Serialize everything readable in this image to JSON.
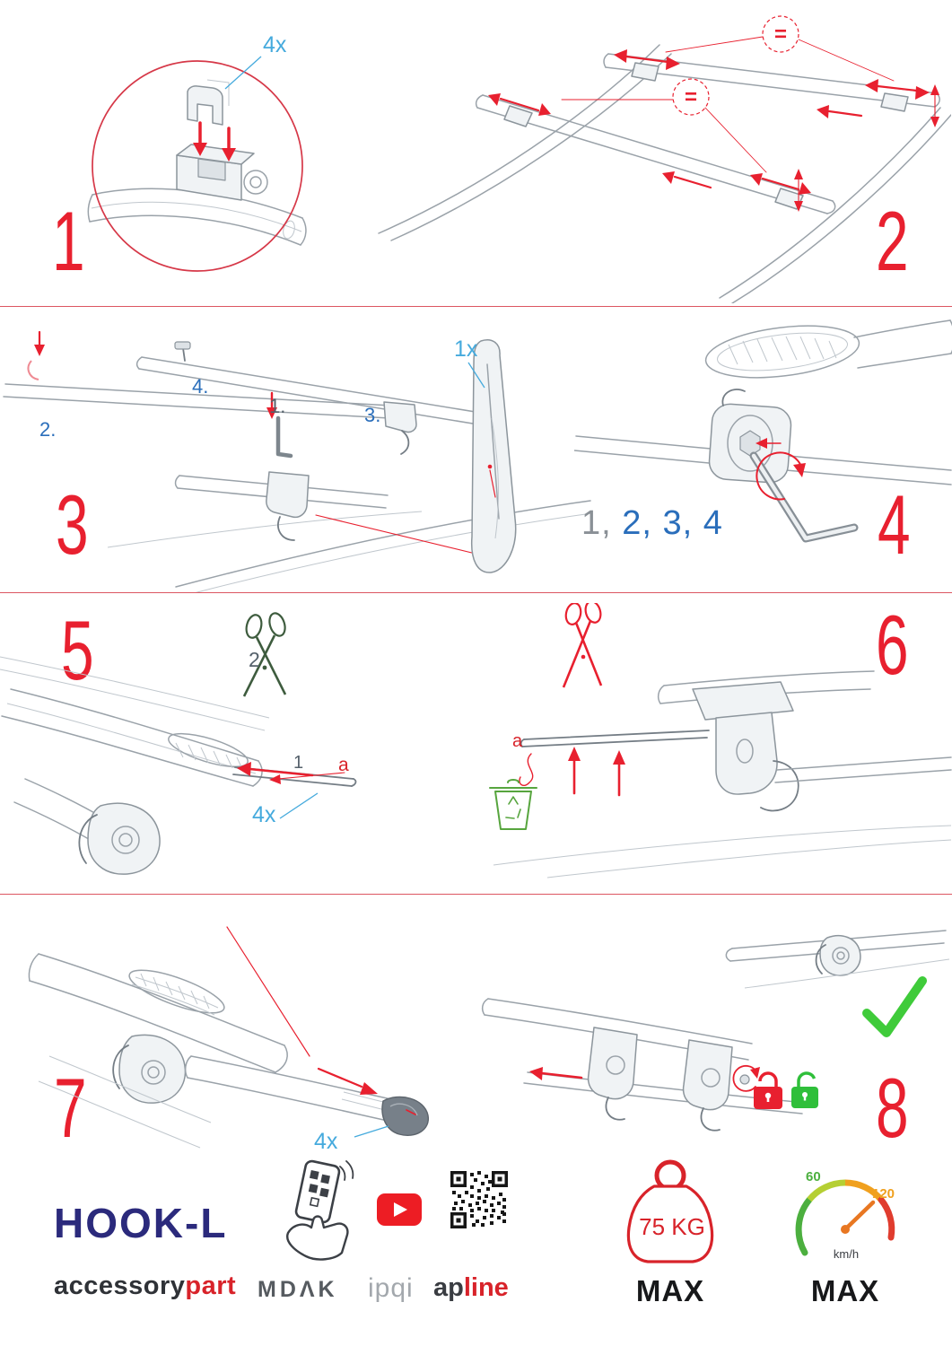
{
  "steps": {
    "s1": {
      "number": "1",
      "qty": "4x"
    },
    "s2": {
      "number": "2",
      "eq1": "=",
      "eq2": "="
    },
    "s3": {
      "number": "3",
      "qty": "1x",
      "sub1": "1.",
      "sub2": "2.",
      "sub3": "3.",
      "sub4": "4."
    },
    "s4": {
      "number": "4",
      "seq_first": "1,",
      "seq_rest": " 2, 3, 4"
    },
    "s5": {
      "number": "5",
      "cut_order": "2",
      "insert_order": "1",
      "dim": "a",
      "qty": "4x"
    },
    "s6": {
      "number": "6",
      "dim": "a"
    },
    "s7": {
      "number": "7",
      "qty": "4x"
    },
    "s8": {
      "number": "8"
    }
  },
  "footer": {
    "product": "HOOK-L",
    "brand_left": "accessory",
    "brand_right": "part",
    "logo_mdak": "MDΛK",
    "logo_ipqi": "ipqi",
    "logo_apline_left": "ap",
    "logo_apline_right": "line",
    "weight_value": "75 KG",
    "weight_max": "MAX",
    "speed_min": "60",
    "speed_max_value": "120",
    "speed_unit": "km/h",
    "speed_max": "MAX"
  },
  "colors": {
    "step_red": "#e8202f",
    "accent_blue": "#45aadd",
    "order_blue": "#2a6ebb",
    "brand_navy": "#2b2a7c",
    "brand_red": "#d8232a",
    "ok_green": "#3fcb3a"
  }
}
